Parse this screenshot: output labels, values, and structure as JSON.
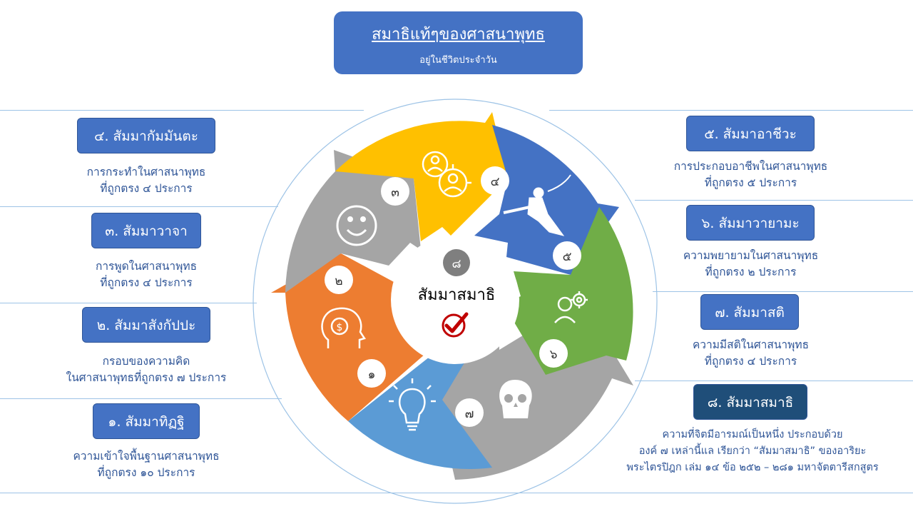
{
  "title": {
    "main": "สมาธิแท้ๆของศาสนาพุทธ",
    "sub": "อยู่ในชีวิตประจำวัน"
  },
  "center": {
    "label": "สัมมาสมาธิ",
    "number": "๘",
    "icon": "checkmark-icon"
  },
  "left_items": [
    {
      "num": "๔",
      "label": "๔. สัมมากัมมันตะ",
      "desc1": "การกระทำในศาสนาพุทธ",
      "desc2": "ที่ถูกตรง ๔ ประการ"
    },
    {
      "num": "๓",
      "label": "๓. สัมมาวาจา",
      "desc1": "การพูดในศาสนาพุทธ",
      "desc2": "ที่ถูกตรง ๔ ประการ"
    },
    {
      "num": "๒",
      "label": "๒. สัมมาสังกัปปะ",
      "desc1": "กรอบของความคิด",
      "desc2": "ในศาสนาพุทธที่ถูกตรง ๗ ประการ"
    },
    {
      "num": "๑",
      "label": "๑. สัมมาทิฏฐิ",
      "desc1": "ความเข้าใจพื้นฐานศาสนาพุทธ",
      "desc2": "ที่ถูกตรง ๑๐ ประการ"
    }
  ],
  "right_items": [
    {
      "num": "๕",
      "label": "๕. สัมมาอาชีวะ",
      "desc1": "การประกอบอาชีพในศาสนาพุทธ",
      "desc2": "ที่ถูกตรง ๕ ประการ"
    },
    {
      "num": "๖",
      "label": "๖. สัมมาวายามะ",
      "desc1": "ความพยายามในศาสนาพุทธ",
      "desc2": "ที่ถูกตรง ๒ ประการ"
    },
    {
      "num": "๗",
      "label": "๗. สัมมาสติ",
      "desc1": "ความมีสติในศาสนาพุทธ",
      "desc2": "ที่ถูกตรง ๔ ประการ"
    },
    {
      "num": "๘",
      "label": "๘. สัมมาสมาธิ",
      "desc1": "ความที่จิตมีอารมณ์เป็นหนึ่ง ประกอบด้วย",
      "desc2": "องค์ ๗ เหล่านี้แล เรียกว่า “สัมมาสมาธิ” ของอาริยะ",
      "desc3": "พระไตรปิฎก เล่ม ๑๔ ข้อ ๒๕๒ – ๒๘๑ มหาจัตตารีสกสูตร"
    }
  ],
  "segments": [
    {
      "num": "๑",
      "icon": "lightbulb-icon",
      "color": "#5b9bd5"
    },
    {
      "num": "๒",
      "icon": "head-dollar-icon",
      "color": "#ed7d31"
    },
    {
      "num": "๓",
      "icon": "smiley-icon",
      "color": "#a5a5a5"
    },
    {
      "num": "๔",
      "icon": "people-target-icon",
      "color": "#ffc000"
    },
    {
      "num": "๕",
      "icon": "warrior-icon",
      "color": "#4472c4"
    },
    {
      "num": "๖",
      "icon": "person-gear-icon",
      "color": "#70ad47"
    },
    {
      "num": "๗",
      "icon": "skull-icon",
      "color": "#a5a5a5"
    }
  ],
  "colors": {
    "accent": "#4472c4",
    "dark": "#1f4e79",
    "text": "#2f5597",
    "check": "#c00000"
  }
}
